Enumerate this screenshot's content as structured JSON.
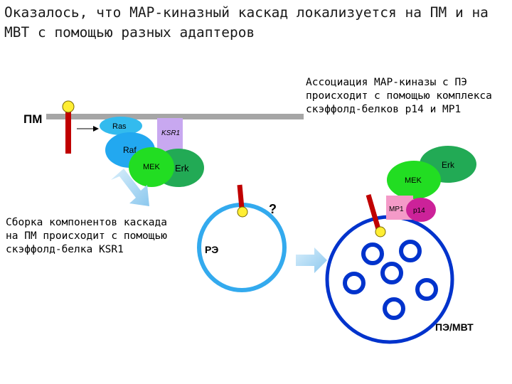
{
  "slide": {
    "title": "Оказалось, что MAP-киназный каскад локализуется на ПМ и на МВТ с помощью разных адаптеров"
  },
  "notes": {
    "right": "Ассоциация MAP-киназы с ПЭ происходит с помощью комплекса скэффолд-белков p14 и MP1",
    "left": "Сборка компонентов каскада на ПМ происходит с помощью скэффолд-белка KSR1"
  },
  "labels": {
    "pm": "ПМ",
    "ras": "Ras",
    "ksr1": "KSR1",
    "raf": "Raf",
    "mek_left": "MEK",
    "erk_left": "Erk",
    "question": "?",
    "re": "РЭ",
    "erk_right": "Erk",
    "mek_right": "MEK",
    "mp1": "MP1",
    "p14": "p14",
    "pe_mvt": "ПЭ/МВТ"
  },
  "colors": {
    "membrane": "#a6a6a6",
    "receptor": "#c00000",
    "ligand": "#ffee33",
    "ras": "#33bbee",
    "ksr1": "#c8a8f0",
    "raf": "#22a8f0",
    "mek": "#22dd22",
    "erk": "#22aa55",
    "endosome_outline": "#33aaee",
    "mvb_outline": "#0033cc",
    "mp1": "#f49ac8",
    "p14": "#cc2299",
    "flow_arrow": "#9fd0f0"
  }
}
